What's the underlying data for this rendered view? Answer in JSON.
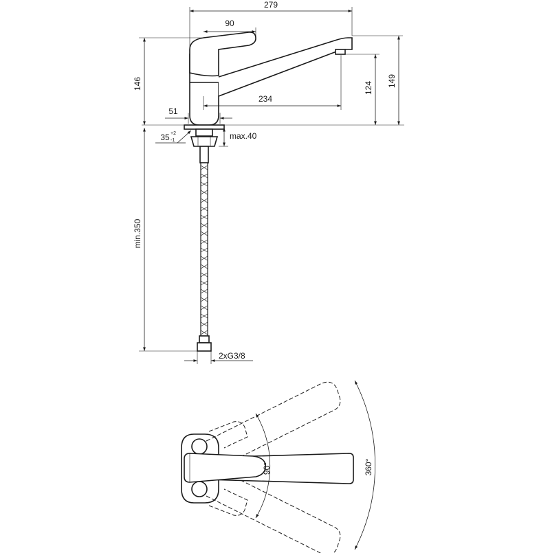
{
  "drawing": {
    "side_view": {
      "dim_total_width": "279",
      "dim_lever": "90",
      "dim_spout_reach": "234",
      "dim_base_offset": "51",
      "dim_total_height": "146",
      "dim_spout_outlet": "124",
      "dim_top_height": "149",
      "dim_hole_diameter": "35",
      "tolerance_upper": "+2",
      "tolerance_lower": "-1",
      "dim_max_thickness": "max.40",
      "dim_hose_length": "min.350",
      "dim_connection": "2xG3/8"
    },
    "top_view": {
      "angle_lever": "90°",
      "angle_swivel": "360°"
    }
  }
}
